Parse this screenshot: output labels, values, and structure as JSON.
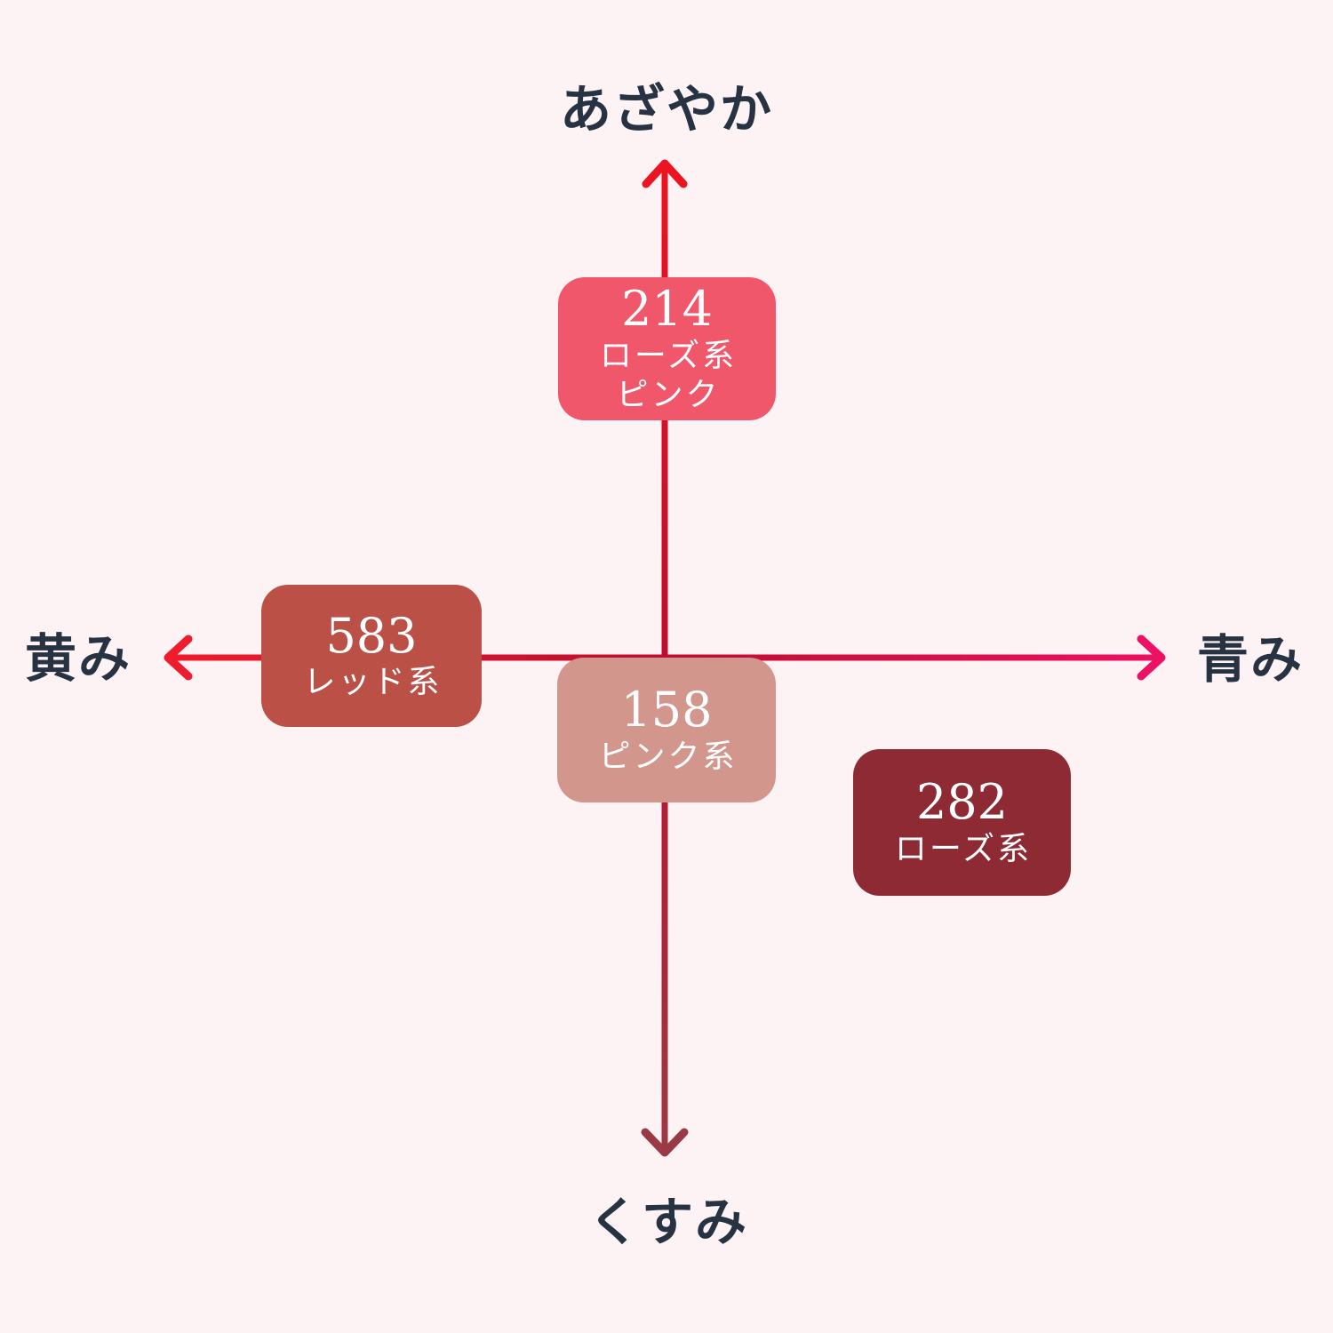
{
  "canvas": {
    "background_color": "#fdf2f4"
  },
  "axes": {
    "label_color": "#273242",
    "center_color": "#bd0e2f",
    "vertical": {
      "top_label": "あざやか",
      "bottom_label": "くすみ",
      "top_color": "#ec1420",
      "bottom_color": "#9a3a44"
    },
    "horizontal": {
      "left_label": "黄み",
      "right_label": "青み",
      "left_color": "#ee1c2d",
      "right_color": "#ed1164"
    }
  },
  "items": [
    {
      "number": "214",
      "label": "ローズ系",
      "label2": "ピンク",
      "color": "#f0576a",
      "text_color": "#ffffff"
    },
    {
      "number": "583",
      "label": "レッド系",
      "color": "#bb5047",
      "text_color": "#ffffff"
    },
    {
      "number": "158",
      "label": "ピンク系",
      "color": "#d2968c",
      "text_color": "#ffffff"
    },
    {
      "number": "282",
      "label": "ローズ系",
      "color": "#8e2a33",
      "text_color": "#ffffff"
    }
  ]
}
